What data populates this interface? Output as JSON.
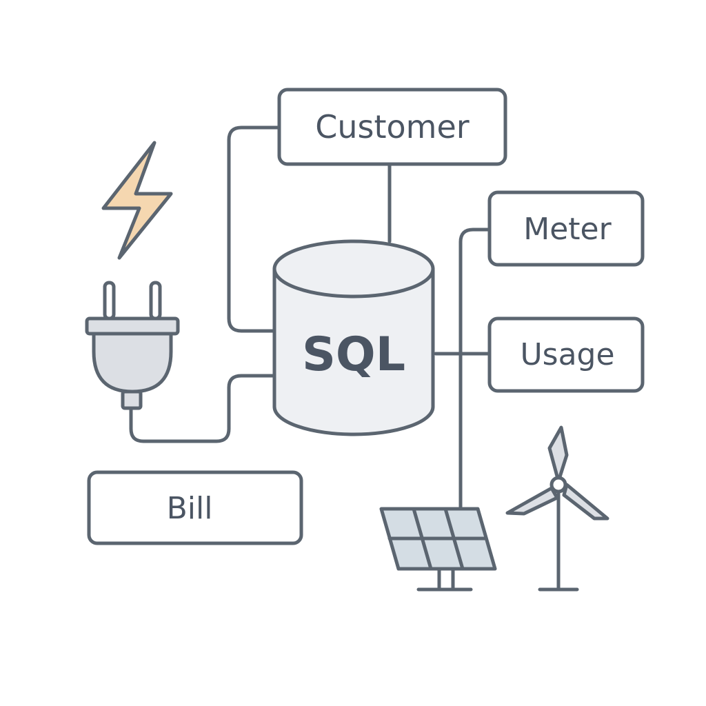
{
  "diagram": {
    "center": {
      "label": "SQL"
    },
    "entities": {
      "customer": "Customer",
      "meter": "Meter",
      "usage": "Usage",
      "bill": "Bill"
    }
  },
  "colors": {
    "stroke": "#5b6570",
    "box_fill": "#ffffff",
    "cylinder_fill": "#eef0f3",
    "plug_fill": "#dcdfe4",
    "bolt_fill": "#f5d7b0",
    "panel_fill": "#d4dde4"
  },
  "icons": [
    "lightning-bolt-icon",
    "power-plug-icon",
    "solar-panel-icon",
    "wind-turbine-icon",
    "database-cylinder-icon"
  ]
}
